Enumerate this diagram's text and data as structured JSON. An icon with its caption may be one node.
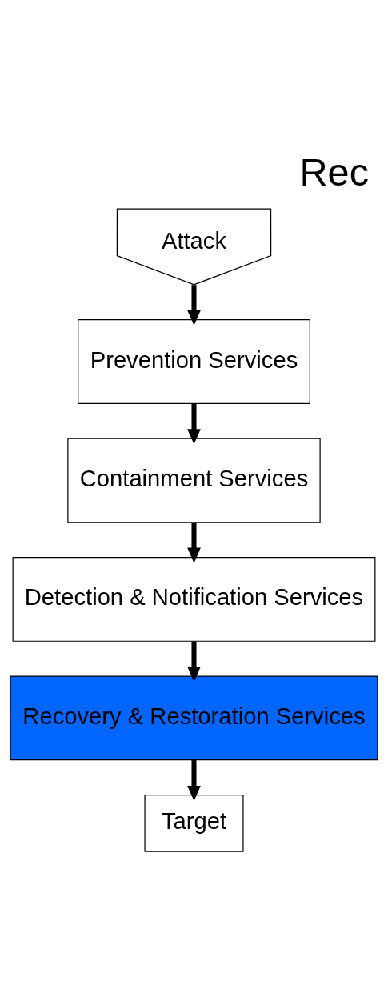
{
  "diagram": {
    "title": "Rec",
    "nodes": [
      {
        "text": [
          "Attack"
        ]
      },
      {
        "text": [
          "Prevention Services"
        ]
      },
      {
        "text": [
          "Containment Services"
        ]
      },
      {
        "text": [
          "Detection & Notification Services"
        ]
      },
      {
        "text": [
          "Recovery & Restoration Services"
        ]
      },
      {
        "text": [
          "Target"
        ]
      }
    ],
    "edges": [
      {
        "from": 0,
        "to": 1,
        "arrow": "to"
      },
      {
        "from": 1,
        "to": 2,
        "arrow": "to"
      },
      {
        "from": 2,
        "to": 3,
        "arrow": "to"
      },
      {
        "from": 3,
        "to": 4,
        "arrow": "to"
      },
      {
        "from": 4,
        "to": 5,
        "arrow": "to"
      }
    ]
  }
}
